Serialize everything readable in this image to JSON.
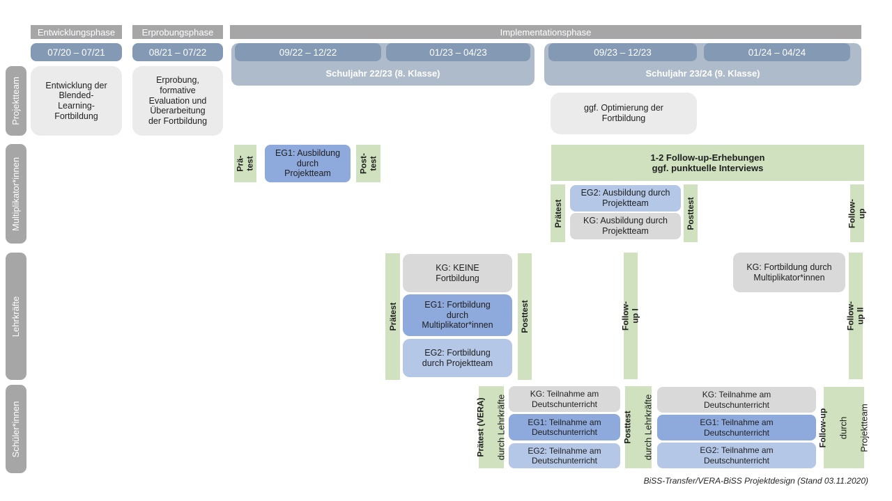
{
  "colors": {
    "phase_header_gray": "#a6a6a6",
    "row_label_gray": "#a6a6a6",
    "date_bar_blue": "#8399b4",
    "schuljahr_container_blue": "#aebbca",
    "projektteam_box_gray": "#ebebeb",
    "kg_box_gray": "#d9d9d9",
    "eg1_box_blue": "#8ea9db",
    "eg2_box_blue": "#b4c7e7",
    "test_bar_green": "#cfe1bf"
  },
  "phases": {
    "entwicklungsphase": {
      "label": "Entwicklungsphase",
      "date": "07/20 – 07/21"
    },
    "erprobungsphase": {
      "label": "Erprobungsphase",
      "date": "08/21 – 07/22"
    },
    "implementationsphase": {
      "label": "Implementationsphase",
      "schuljahr1": {
        "label": "Schuljahr 22/23 (8. Klasse)",
        "dates": [
          "09/22 – 12/22",
          "01/23 – 04/23"
        ]
      },
      "schuljahr2": {
        "label": "Schuljahr 23/24 (9. Klasse)",
        "dates": [
          "09/23 – 12/23",
          "01/24 – 04/24"
        ]
      }
    }
  },
  "row_labels": {
    "projektteam": "Projektteam",
    "multiplikatoren": "Multiplikator*innen",
    "lehrkraefte": "Lehrkräfte",
    "schueler": "Schüler*innen"
  },
  "projektteam": {
    "entwicklung": "Entwicklung der\nBlended-\nLearning-\nFortbildung",
    "erprobung": "Erprobung,\nformative\nEvaluation und\nÜberarbeitung\nder Fortbildung",
    "optimierung": "ggf. Optimierung der\nFortbildung"
  },
  "multiplikatoren": {
    "praetest1": "Prä-\ntest",
    "eg1": "EG1: Ausbildung\ndurch\nProjektteam",
    "posttest1": "Post-\ntest",
    "followup_erhebungen": "1-2 Follow-up-Erhebungen\nggf. punktuelle Interviews",
    "praetest2": "Prätest",
    "eg2": "EG2: Ausbildung durch\nProjektteam",
    "kg": "KG: Ausbildung durch\nProjektteam",
    "posttest2": "Posttest",
    "followup": "Follow-up"
  },
  "lehrkraefte": {
    "praetest": "Prätest",
    "kg": "KG: KEINE\nFortbildung",
    "eg1": "EG1: Fortbildung\ndurch\nMultiplikator*innen",
    "eg2": "EG2: Fortbildung\ndurch Projektteam",
    "posttest": "Posttest",
    "followup1": "Follow-up I",
    "kg2": "KG: Fortbildung durch\nMultiplikator*innen",
    "followup2": "Follow-up II"
  },
  "schueler": {
    "praetest_line1": "Prätest (VERA)",
    "praetest_line2": "durch Lehrkräfte",
    "kg1": "KG: Teilnahme am\nDeutschunterricht",
    "eg1_1": "EG1: Teilnahme am\nDeutschunterricht",
    "eg2_1": "EG2: Teilnahme am\nDeutschunterricht",
    "posttest_line1": "Posttest",
    "posttest_line2": "durch Lehrkräfte",
    "kg2": "KG: Teilnahme am\nDeutschunterricht",
    "eg1_2": "EG1: Teilnahme am\nDeutschunterricht",
    "eg2_2": "EG2: Teilnahme am\nDeutschunterricht",
    "followup_line1": "Follow-up",
    "followup_line2": "durch",
    "followup_line3": "Projektteam"
  },
  "caption": "BiSS-Transfer/VERA-BiSS Projektdesign (Stand 03.11.2020)"
}
